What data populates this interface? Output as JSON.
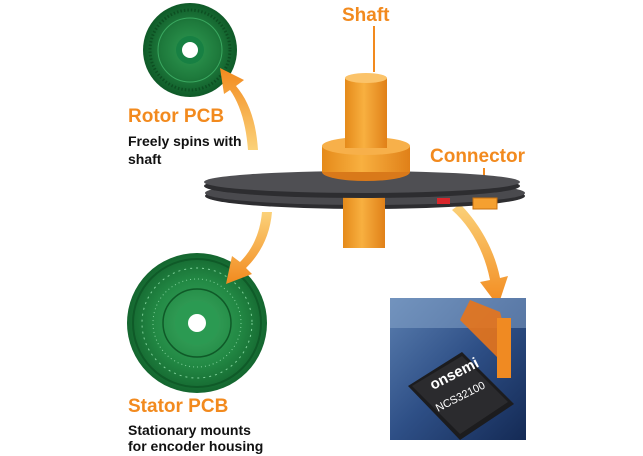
{
  "labels": {
    "shaft": "Shaft",
    "connector": "Connector",
    "rotor_title": "Rotor PCB",
    "rotor_desc_1": "Freely spins with",
    "rotor_desc_2": "shaft",
    "stator_title": "Stator PCB",
    "stator_desc_1": "Stationary mounts",
    "stator_desc_2": "for encoder housing"
  },
  "chip": {
    "brand": "onsemi",
    "part": "NCS32100"
  },
  "colors": {
    "accent": "#f28a1e",
    "shaft": "#f5a030",
    "pcb_green": "#1f7a3c",
    "disc": "#3a3a3c"
  }
}
